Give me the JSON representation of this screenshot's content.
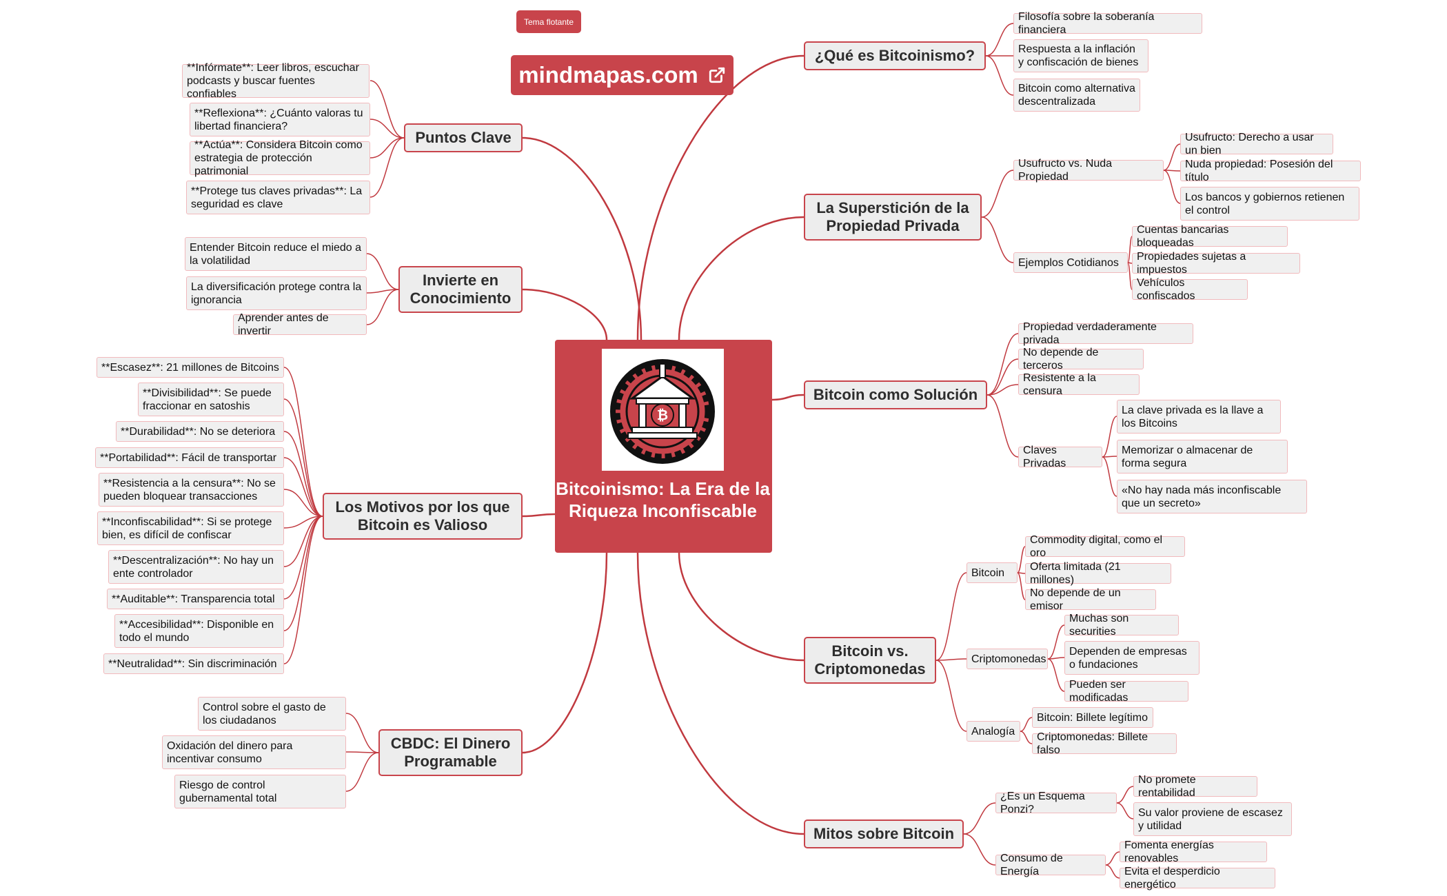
{
  "floating_tag": "Tema flotante",
  "brand": {
    "label": "mindmapas.com",
    "icon": "external-link-icon"
  },
  "center": {
    "title": "Bitcoinismo: La Era de la Riqueza Inconfiscable",
    "logo": "bitcoin-bank-chain-icon"
  },
  "colors": {
    "accent": "#c8444b",
    "node_fill": "#ededed",
    "sub_border": "#f1b9bc",
    "line": "#c0393f"
  },
  "branches": {
    "que_es": {
      "label": "¿Qué es Bitcoinismo?",
      "items": [
        "Filosofía sobre la soberanía financiera",
        "Respuesta a la inflación y confiscación de bienes",
        "Bitcoin como alternativa descentralizada"
      ]
    },
    "supersticion": {
      "label": "La Superstición de la Propiedad Privada",
      "usufructo": {
        "label": "Usufructo vs. Nuda Propiedad",
        "items": [
          "Usufructo: Derecho a usar un bien",
          "Nuda propiedad: Posesión del título",
          "Los bancos y gobiernos retienen el control"
        ]
      },
      "ejemplos": {
        "label": "Ejemplos Cotidianos",
        "items": [
          "Cuentas bancarias bloqueadas",
          "Propiedades sujetas a impuestos",
          "Vehículos confiscados"
        ]
      }
    },
    "solucion": {
      "label": "Bitcoin como Solución",
      "items": [
        "Propiedad verdaderamente privada",
        "No depende de terceros",
        "Resistente a la censura"
      ],
      "claves": {
        "label": "Claves Privadas",
        "items": [
          "La clave privada es la llave a los Bitcoins",
          "Memorizar o almacenar de forma segura",
          "«No hay nada más inconfiscable que un secreto»"
        ]
      }
    },
    "vs": {
      "label": "Bitcoin vs. Criptomonedas",
      "bitcoin": {
        "label": "Bitcoin",
        "items": [
          "Commodity digital, como el oro",
          "Oferta limitada (21 millones)",
          "No depende de un emisor"
        ]
      },
      "cripto": {
        "label": "Criptomonedas",
        "items": [
          "Muchas son securities",
          "Dependen de empresas o fundaciones",
          "Pueden ser modificadas"
        ]
      },
      "analogia": {
        "label": "Analogía",
        "items": [
          "Bitcoin: Billete legítimo",
          "Criptomonedas: Billete falso"
        ]
      }
    },
    "mitos": {
      "label": "Mitos sobre Bitcoin",
      "ponzi": {
        "label": "¿Es un Esquema Ponzi?",
        "items": [
          "No promete rentabilidad",
          "Su valor proviene de escasez y utilidad"
        ]
      },
      "energia": {
        "label": "Consumo de Energía",
        "items": [
          "Fomenta energías renovables",
          "Evita el desperdicio energético"
        ]
      }
    },
    "puntos": {
      "label": "Puntos Clave",
      "items": [
        "**Infórmate**: Leer libros, escuchar podcasts y buscar fuentes confiables",
        "**Reflexiona**: ¿Cuánto valoras tu libertad financiera?",
        "**Actúa**: Considera Bitcoin como estrategia de protección patrimonial",
        "**Protege tus claves privadas**: La seguridad es clave"
      ]
    },
    "invierte": {
      "label": "Invierte en Conocimiento",
      "items": [
        "Entender Bitcoin reduce el miedo a la volatilidad",
        "La diversificación protege contra la ignorancia",
        "Aprender antes de invertir"
      ]
    },
    "motivos": {
      "label": "Los Motivos por los que Bitcoin es Valioso",
      "items": [
        "**Escasez**: 21 millones de Bitcoins",
        "**Divisibilidad**: Se puede fraccionar en satoshis",
        "**Durabilidad**: No se deteriora",
        "**Portabilidad**: Fácil de transportar",
        "**Resistencia a la censura**: No se pueden bloquear transacciones",
        "**Inconfiscabilidad**: Si se protege bien, es difícil de confiscar",
        "**Descentralización**: No hay un ente controlador",
        "**Auditable**: Transparencia total",
        "**Accesibilidad**: Disponible en todo el mundo",
        "**Neutralidad**: Sin discriminación"
      ]
    },
    "cbdc": {
      "label": "CBDC: El Dinero Programable",
      "items": [
        "Control sobre el gasto de los ciudadanos",
        "Oxidación del dinero para incentivar consumo",
        "Riesgo de control gubernamental total"
      ]
    }
  }
}
